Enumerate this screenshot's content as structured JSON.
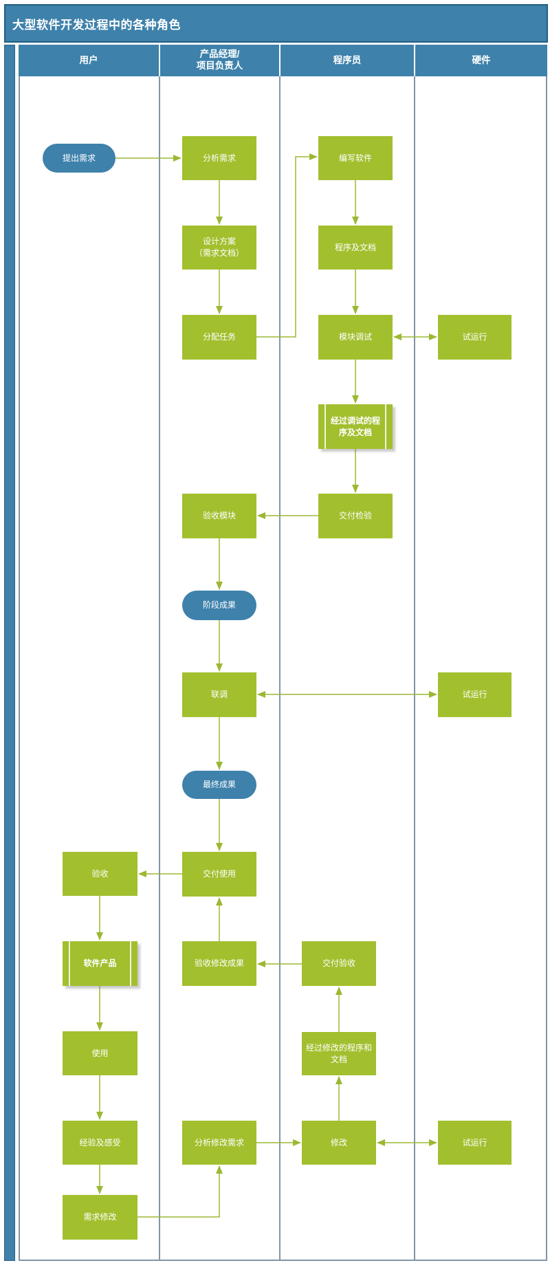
{
  "title": "大型软件开发过程中的各种角色",
  "lanes": {
    "lane1": "用户",
    "lane2_line1": "产品经理/",
    "lane2_line2": "项目负责人",
    "lane3": "程序员",
    "lane4": "硬件"
  },
  "nodes": {
    "tichu_xuqiu": "提出需求",
    "fenxi_xuqiu": "分析需求",
    "bianxie_ruanjian": "编写软件",
    "sheji_fangan": "设计方案\n（需求文档）",
    "chengxu_ji_wendang": "程序及文档",
    "fenpei_renwu": "分配任务",
    "mokuai_tiaoshi": "模块调试",
    "shiyunxing_1": "试运行",
    "jingguo_tiaoshi_wendang": "经过调试的程\n序及文档",
    "jiaofu_jianyan": "交付检验",
    "yanshou_mokuai": "验收模块",
    "jieduan_chengguo": "阶段成果",
    "liandiao": "联调",
    "shiyunxing_2": "试运行",
    "zuizhong_chengguo": "最终成果",
    "jiaofu_shiyong": "交付使用",
    "yanshou": "验收",
    "ruanjian_chanpin": "软件产品",
    "yanshou_xiugai_chengguo": "验收修改成果",
    "jiaofu_yanshou": "交付验收",
    "shiyong": "使用",
    "jingguo_xiugai_wendang": "经过修改的程序和\n文档",
    "jingyan_ji_ganshou": "经验及感受",
    "fenxi_xiugai_xuqiu": "分析修改需求",
    "xiugai": "修改",
    "shiyunxing_3": "试运行",
    "xuqiu_xiugai": "需求修改"
  },
  "colors": {
    "blue": "#3e81ab",
    "green": "#a2bf2e",
    "arrow": "#9cb833",
    "lane_border": "#8095a5",
    "text": "#ffffff"
  }
}
